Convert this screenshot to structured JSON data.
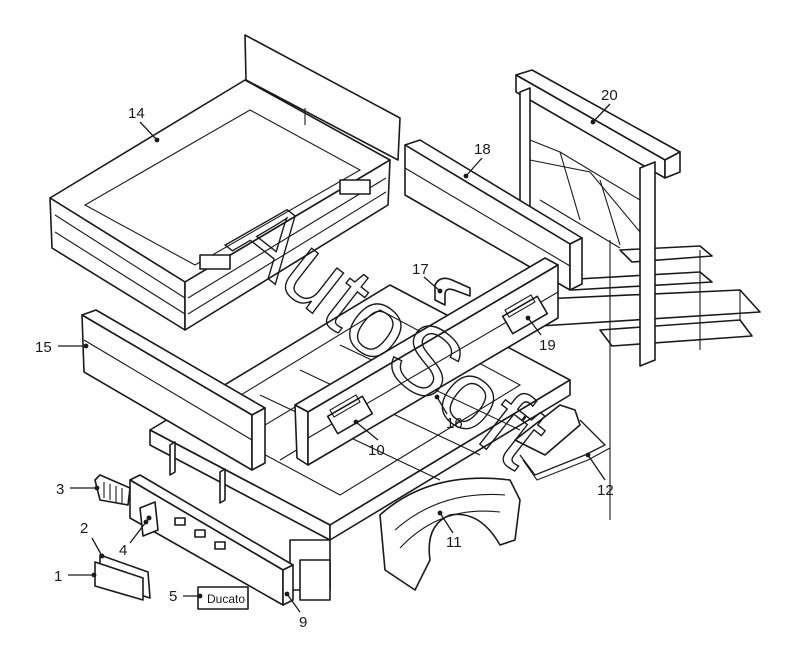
{
  "watermark": "AutoSoft",
  "nameplate_text": "Ducato",
  "callouts": [
    {
      "id": "1",
      "label": "1"
    },
    {
      "id": "2",
      "label": "2"
    },
    {
      "id": "3",
      "label": "3"
    },
    {
      "id": "4",
      "label": "4"
    },
    {
      "id": "5",
      "label": "5"
    },
    {
      "id": "9",
      "label": "9"
    },
    {
      "id": "10",
      "label": "10"
    },
    {
      "id": "11",
      "label": "11"
    },
    {
      "id": "12",
      "label": "12"
    },
    {
      "id": "14",
      "label": "14"
    },
    {
      "id": "15",
      "label": "15"
    },
    {
      "id": "16",
      "label": "16"
    },
    {
      "id": "17",
      "label": "17"
    },
    {
      "id": "18",
      "label": "18"
    },
    {
      "id": "19",
      "label": "19"
    },
    {
      "id": "20",
      "label": "20"
    }
  ]
}
